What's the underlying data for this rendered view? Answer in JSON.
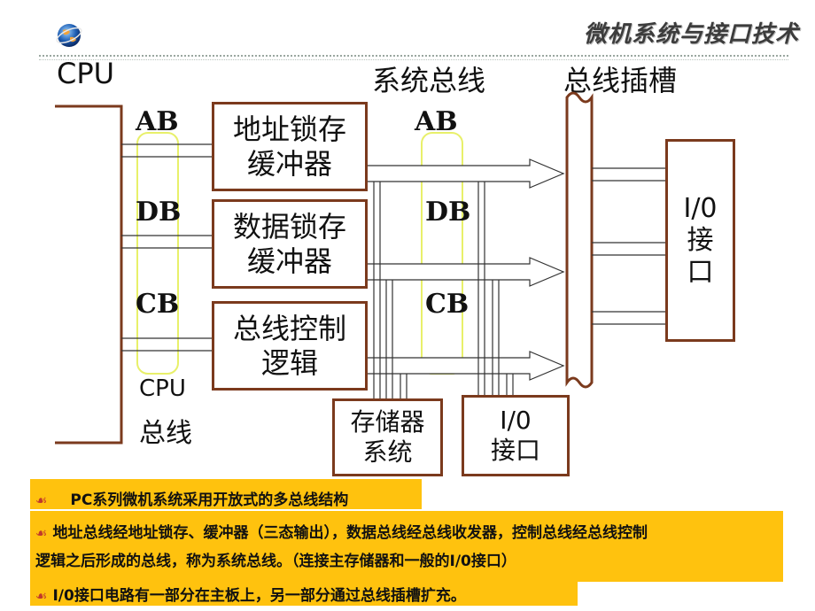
{
  "header": {
    "title": "微机系统与接口技术",
    "logo_icon": "globe-icon"
  },
  "labels": {
    "cpu": "CPU",
    "system_bus": "系统总线",
    "slot": "总线插槽",
    "cpu_bus_line1": "CPU",
    "cpu_bus_line2": "总线"
  },
  "buses_left": {
    "ab": "AB",
    "db": "DB",
    "cb": "CB"
  },
  "buses_right": {
    "ab": "AB",
    "db": "DB",
    "cb": "CB"
  },
  "boxes": {
    "addr_latch": "地址锁存\n缓冲器",
    "data_latch": "数据锁存\n缓冲器",
    "bus_ctrl": "总线控制\n逻辑",
    "memory": "存储器\n系统",
    "io_bottom": "I/0\n接口",
    "io_right": "I/0\n接\n口"
  },
  "notes": {
    "line1": "PC系列微机系统采用开放式的多总线结构",
    "line2": "地址总线经地址锁存、缓冲器（三态输出），数据总线经总线收发器，控制总线经总线控制",
    "line3": "逻辑之后形成的总线，称为系统总线。（连接主存储器和一般的I/0接口）",
    "line4": "I/0接口电路有一部分在主板上，另一部分通过总线插槽扩充。"
  },
  "colors": {
    "box_border": "#7b3a1d",
    "highlight": "#ffc20e",
    "bus_oval": "#e8f06a"
  }
}
